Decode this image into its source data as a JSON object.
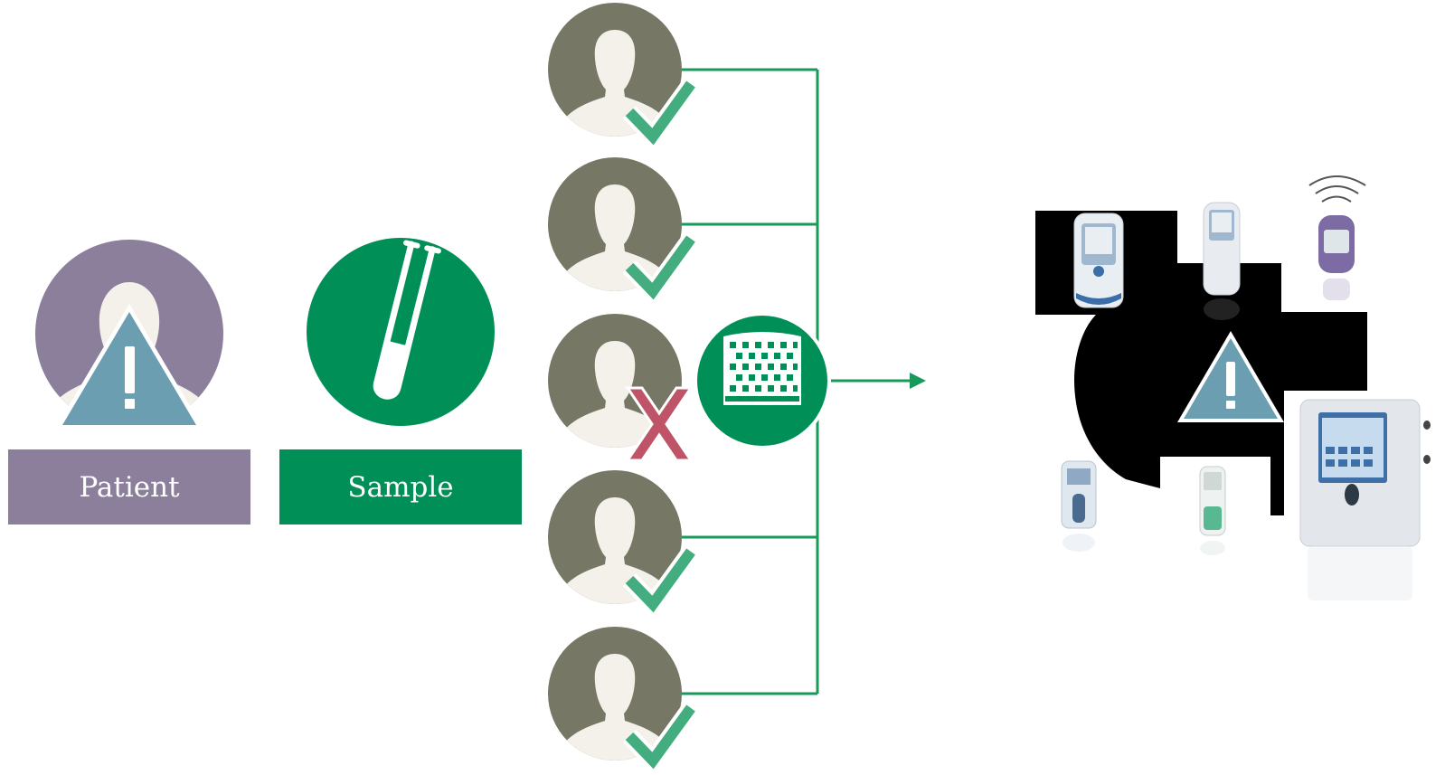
{
  "patient": {
    "label": "Patient"
  },
  "sample": {
    "label": "Sample"
  },
  "people": [
    {
      "status": "pass"
    },
    {
      "status": "pass"
    },
    {
      "status": "fail"
    },
    {
      "status": "pass"
    },
    {
      "status": "pass"
    }
  ],
  "colors": {
    "patient_purple": "#8b7f9c",
    "warning_blue": "#6b9eb1",
    "sample_green": "#009057",
    "person_gray": "#777766",
    "silhouette": "#f3f1ea",
    "check_green": "#44ad7f",
    "cross_red": "#bf5468",
    "connector_green": "#179a5a"
  },
  "icons": {
    "patient": "patient-warning-icon",
    "sample": "test-tube-icon",
    "analyzer": "lab-analyzer-icon",
    "devices": "point-of-care-devices-icon"
  }
}
